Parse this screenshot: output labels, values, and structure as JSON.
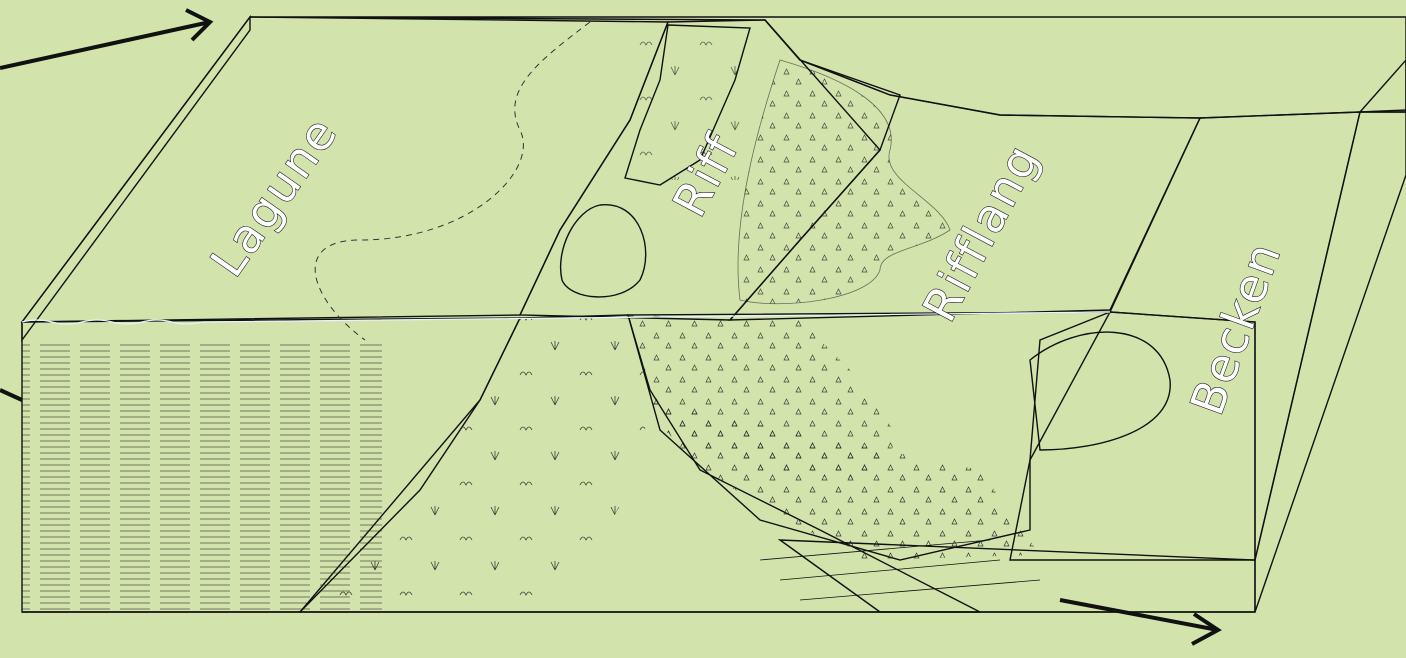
{
  "diagram": {
    "zones": {
      "lagoon": "Lagune",
      "reef": "Riff",
      "reef_slope": "Rifflang",
      "basin": "Becken"
    },
    "colors": {
      "background": "#d3e3ac",
      "lagoon_top": "#6b9bd2",
      "lagoon_section": "#8dd2f2",
      "reef_core": "#1ab4ea",
      "reef_belt": "#1c72c4",
      "slope_top": "#0b72c1",
      "slope_section": "#0e96d8",
      "basin_top": "#6a4a9e",
      "basin_section": "#7b56a6",
      "basin_base": "#c678b6",
      "back_wall": "#9db5c4"
    },
    "icons": [
      "arrow-topleft-icon",
      "arrow-left-icon",
      "arrow-bottomright-icon"
    ]
  }
}
